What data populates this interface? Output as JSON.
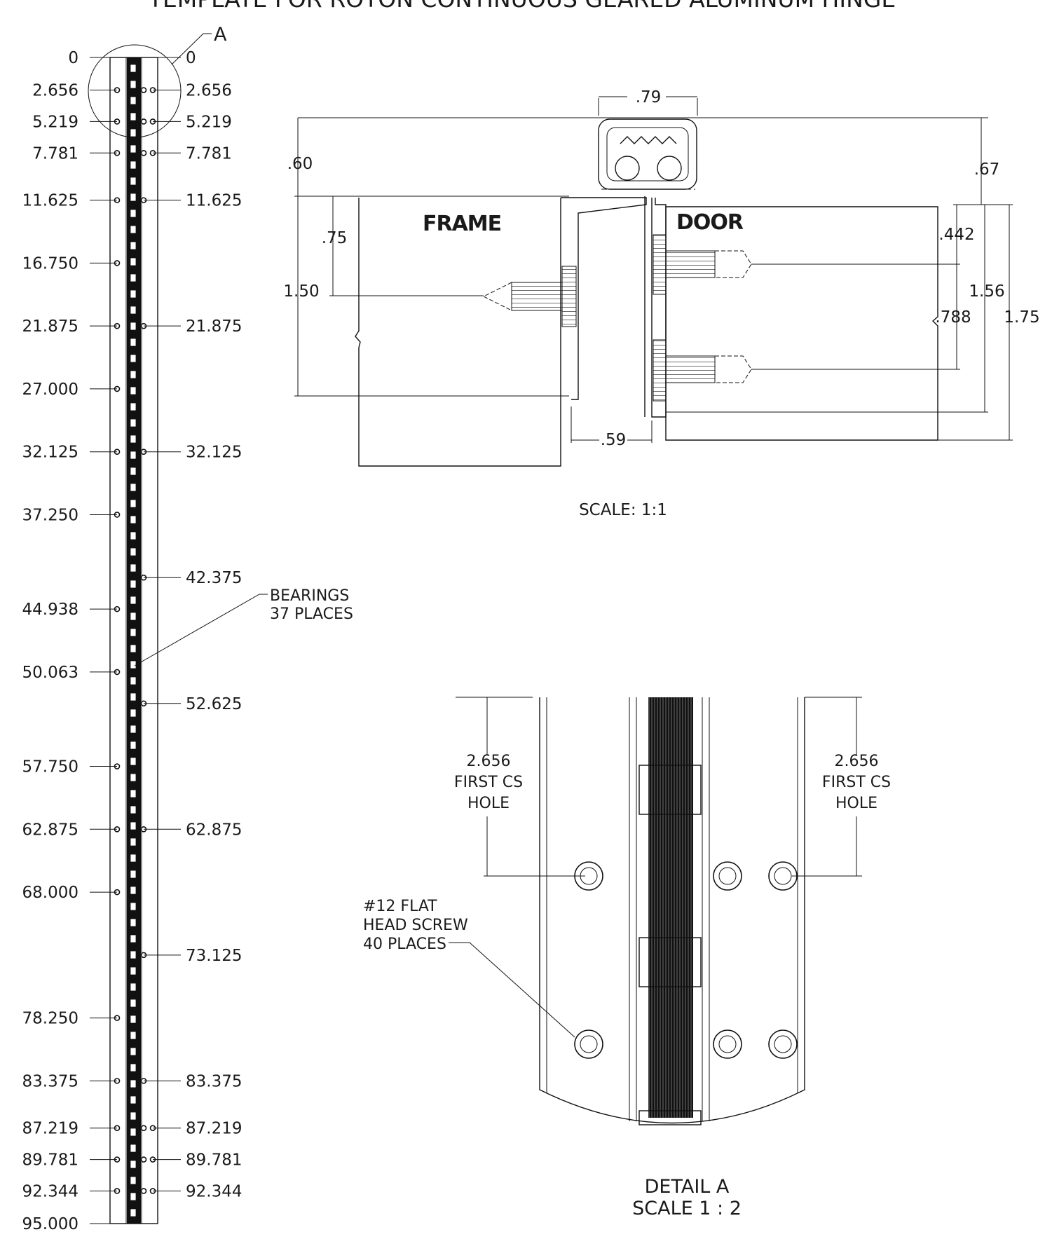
{
  "title": "TEMPLATE FOR ROTON CONTINUOUS GEARED ALUMINUM HINGE",
  "elevation": {
    "detail_callout": "A",
    "left_dims": [
      "0",
      "2.656",
      "5.219",
      "7.781",
      "11.625",
      "16.750",
      "21.875",
      "27.000",
      "32.125",
      "37.250",
      "44.938",
      "50.063",
      "57.750",
      "62.875",
      "68.000",
      "78.250",
      "83.375",
      "87.219",
      "89.781",
      "92.344",
      "95.000"
    ],
    "right_dims": [
      "0",
      "2.656",
      "5.219",
      "7.781",
      "11.625",
      "21.875",
      "32.125",
      "42.375",
      "52.625",
      "62.875",
      "73.125",
      "83.375",
      "87.219",
      "89.781",
      "92.344"
    ],
    "bearings_note": [
      "BEARINGS",
      "37 PLACES"
    ]
  },
  "section": {
    "frame_label": "FRAME",
    "door_label": "DOOR",
    "dims": {
      "top_width": ".79",
      "left_offset": ".60",
      "right_offset": ".67",
      "frame_screw": ".75",
      "frame_depth": "1.50",
      "door_screw_top": ".442",
      "door_screw_spacing": ".788",
      "door_depth_inner": "1.56",
      "door_depth_outer": "1.75",
      "gap": ".59"
    },
    "scale": "SCALE: 1:1"
  },
  "detail": {
    "left_note": [
      "2.656",
      "FIRST CS",
      "HOLE"
    ],
    "right_note": [
      "2.656",
      "FIRST CS",
      "HOLE"
    ],
    "screw_note": [
      "#12 FLAT",
      "HEAD SCREW",
      "40 PLACES"
    ],
    "caption_1": "DETAIL A",
    "caption_2": "SCALE 1 : 2"
  }
}
